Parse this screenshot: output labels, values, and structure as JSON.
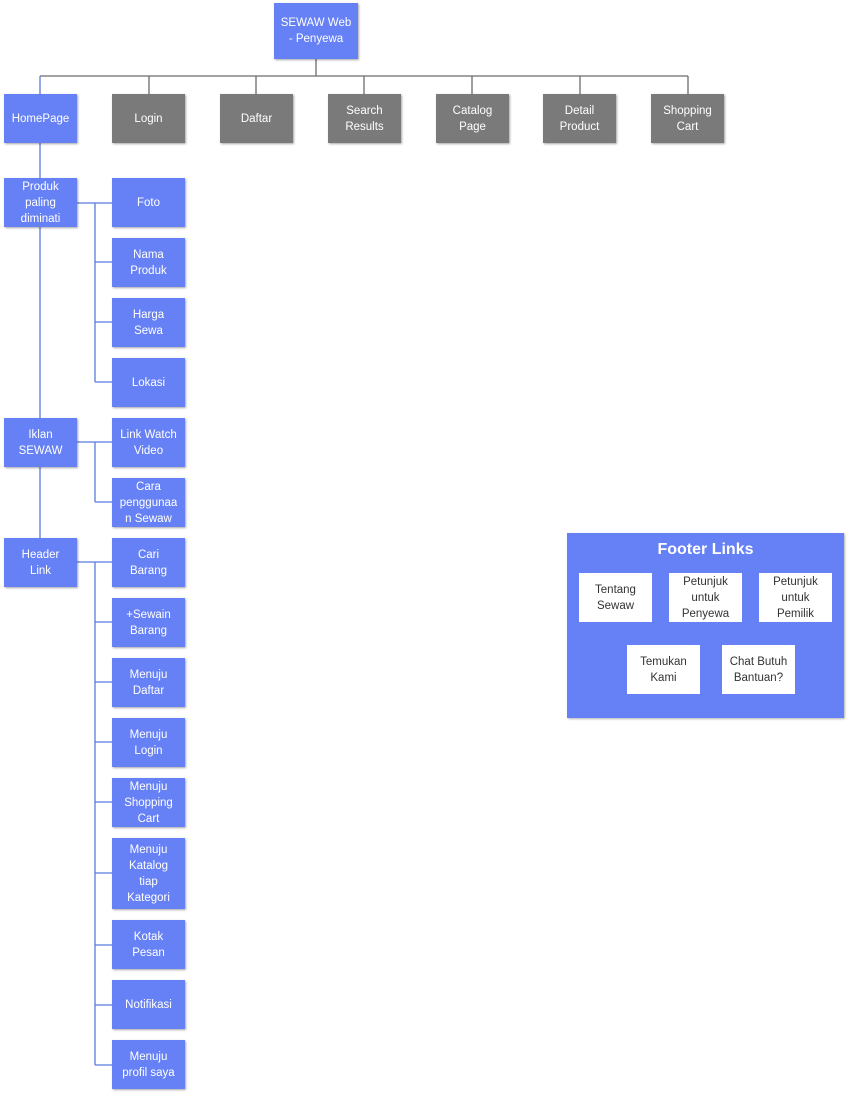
{
  "root": "SEWAW Web\n- Penyewa",
  "pages": {
    "homepage": "HomePage",
    "login": "Login",
    "daftar": "Daftar",
    "search_results": "Search\nResults",
    "catalog_page": "Catalog\nPage",
    "detail_product": "Detail\nProduct",
    "shopping_cart": "Shopping\nCart"
  },
  "sections": {
    "produk": {
      "label": "Produk\npaling\ndiminati",
      "items": [
        "Foto",
        "Nama\nProduk",
        "Harga\nSewa",
        "Lokasi"
      ]
    },
    "iklan": {
      "label": "Iklan\nSEWAW",
      "items": [
        "Link Watch\nVideo",
        "Cara\npenggunaa\nn Sewaw"
      ]
    },
    "header": {
      "label": "Header\nLink",
      "items": [
        "Cari\nBarang",
        "+Sewain\nBarang",
        "Menuju\nDaftar",
        "Menuju\nLogin",
        "Menuju\nShopping\nCart",
        "Menuju\nKatalog\ntiap\nKategori",
        "Kotak\nPesan",
        "Notifikasi",
        "Menuju\nprofil saya"
      ]
    }
  },
  "footer": {
    "title": "Footer Links",
    "links": [
      "Tentang\nSewaw",
      "Petunjuk\nuntuk\nPenyewa",
      "Petunjuk\nuntuk\nPemilik",
      "Temukan\nKami",
      "Chat Butuh\nBantuan?"
    ]
  },
  "colors": {
    "blue": "#6680f5",
    "gray": "#7a7a7a",
    "line_top": "#6b6b6b",
    "line_blue": "#5b7be0"
  }
}
